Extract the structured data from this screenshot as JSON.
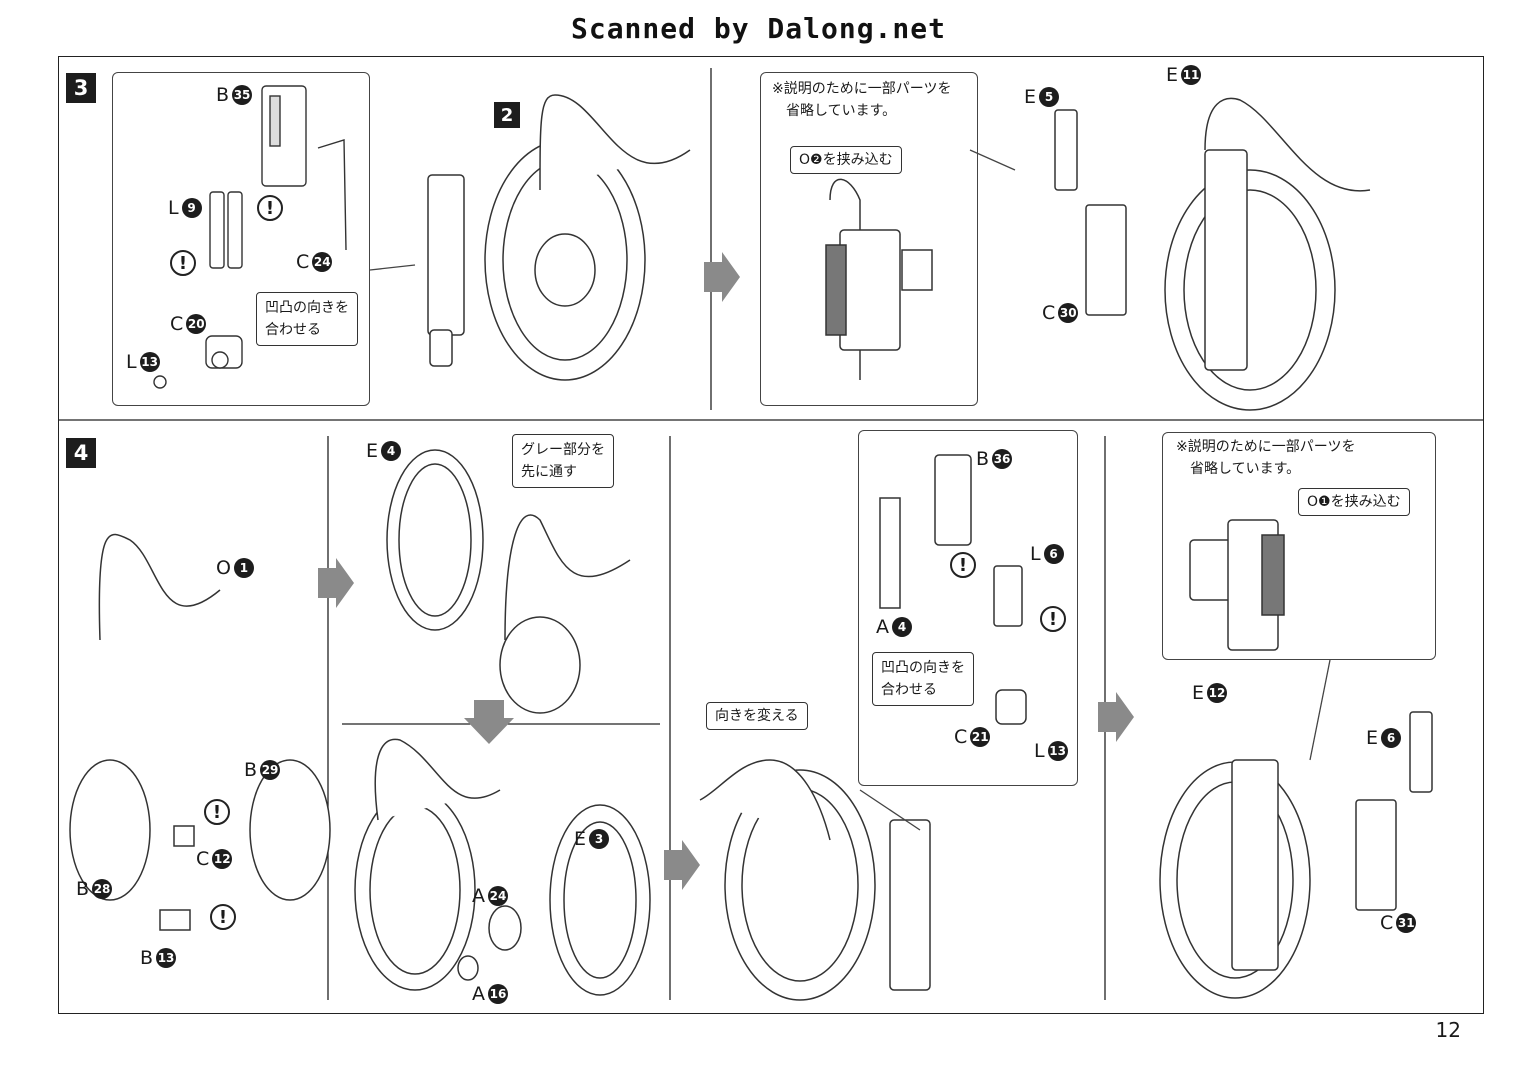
{
  "header": "Scanned by Dalong.net",
  "page_number": "12",
  "steps": {
    "s3": "3",
    "s4": "4",
    "sub2": "2"
  },
  "parts": {
    "b35": {
      "letter": "B",
      "num": "35"
    },
    "l9": {
      "letter": "L",
      "num": "9"
    },
    "c24": {
      "letter": "C",
      "num": "24"
    },
    "c20": {
      "letter": "C",
      "num": "20"
    },
    "l13a": {
      "letter": "L",
      "num": "13"
    },
    "e5": {
      "letter": "E",
      "num": "5"
    },
    "e11": {
      "letter": "E",
      "num": "11"
    },
    "c30": {
      "letter": "C",
      "num": "30"
    },
    "o1": {
      "letter": "O",
      "num": "1"
    },
    "b29": {
      "letter": "B",
      "num": "29"
    },
    "c12": {
      "letter": "C",
      "num": "12"
    },
    "b28": {
      "letter": "B",
      "num": "28"
    },
    "b13": {
      "letter": "B",
      "num": "13"
    },
    "e4": {
      "letter": "E",
      "num": "4"
    },
    "e3": {
      "letter": "E",
      "num": "3"
    },
    "a24": {
      "letter": "A",
      "num": "24"
    },
    "a16": {
      "letter": "A",
      "num": "16"
    },
    "b36": {
      "letter": "B",
      "num": "36"
    },
    "l6": {
      "letter": "L",
      "num": "6"
    },
    "a4": {
      "letter": "A",
      "num": "4"
    },
    "c21": {
      "letter": "C",
      "num": "21"
    },
    "l13b": {
      "letter": "L",
      "num": "13"
    },
    "e12": {
      "letter": "E",
      "num": "12"
    },
    "e6": {
      "letter": "E",
      "num": "6"
    },
    "c31": {
      "letter": "C",
      "num": "31"
    }
  },
  "notes": {
    "omit_note_1": "※説明のために一部パーツを",
    "omit_note_2": "省略しています。",
    "pinch_o2": "O❷を挟み込む",
    "pinch_o1": "O❶を挟み込む",
    "align_1": "凹凸の向きを",
    "align_2": "合わせる",
    "gray_1": "グレー部分を",
    "gray_2": "先に通す",
    "turn": "向きを変える"
  }
}
